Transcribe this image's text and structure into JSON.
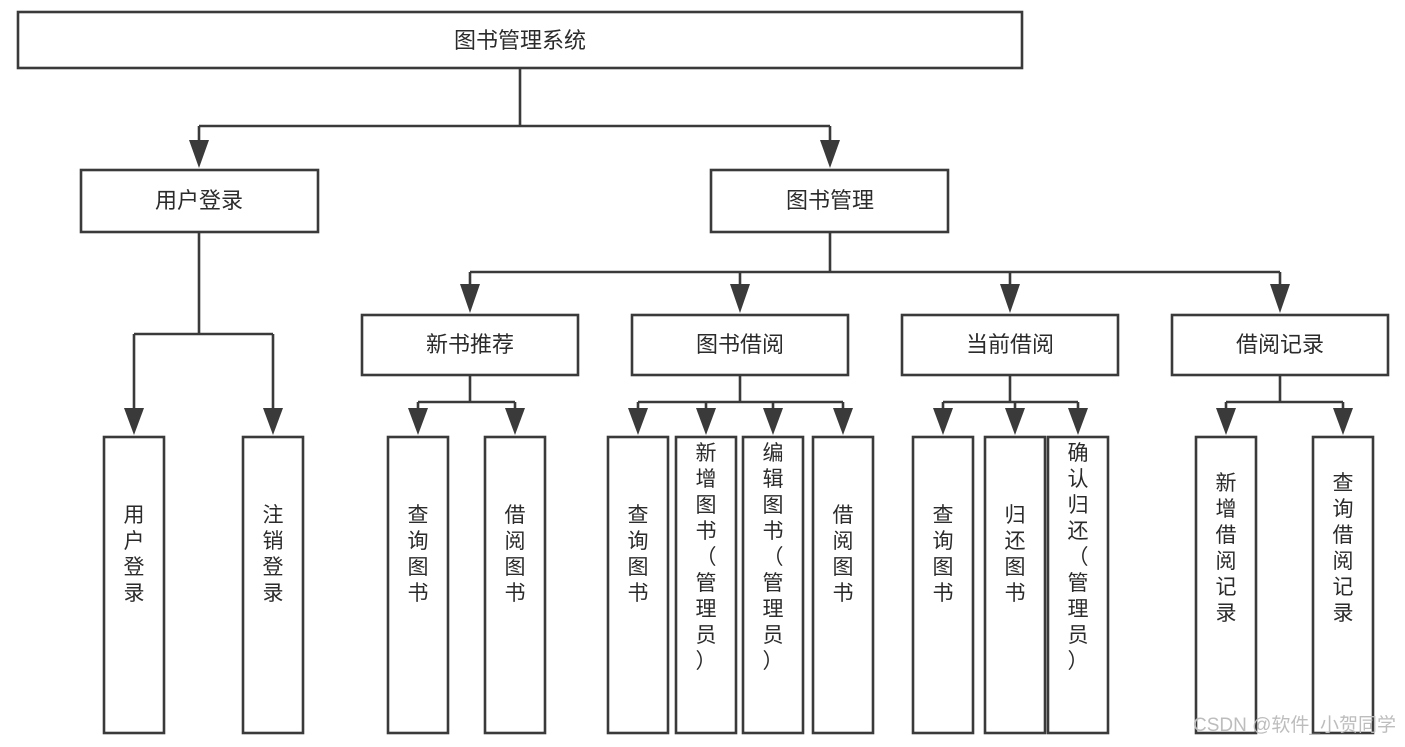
{
  "diagram": {
    "title": "图书管理系统",
    "type": "tree-hierarchy-diagram",
    "colors": {
      "stroke": "#3a3a3a",
      "fill": "#ffffff",
      "text": "#2b2b2b",
      "watermark": "#bdbdbd"
    },
    "root": {
      "id": "root",
      "label": "图书管理系统"
    },
    "level2": [
      {
        "id": "user-login",
        "label": "用户登录"
      },
      {
        "id": "book-management",
        "label": "图书管理"
      }
    ],
    "level3": [
      {
        "id": "new-book-recommend",
        "label": "新书推荐"
      },
      {
        "id": "book-borrow",
        "label": "图书借阅"
      },
      {
        "id": "current-borrow",
        "label": "当前借阅"
      },
      {
        "id": "borrow-record",
        "label": "借阅记录"
      }
    ],
    "leaves": {
      "user_login": [
        {
          "id": "leaf-user-login",
          "label": "用户登录"
        },
        {
          "id": "leaf-logout-login",
          "label": "注销登录"
        }
      ],
      "new_book_recommend": [
        {
          "id": "leaf-query-book-1",
          "label": "查询图书"
        },
        {
          "id": "leaf-borrow-book-1",
          "label": "借阅图书"
        }
      ],
      "book_borrow": [
        {
          "id": "leaf-query-book-2",
          "label": "查询图书"
        },
        {
          "id": "leaf-add-book",
          "label": "新增图书（管理员）"
        },
        {
          "id": "leaf-edit-book",
          "label": "编辑图书（管理员）"
        },
        {
          "id": "leaf-borrow-book-2",
          "label": "借阅图书"
        }
      ],
      "current_borrow": [
        {
          "id": "leaf-query-book-3",
          "label": "查询图书"
        },
        {
          "id": "leaf-return-book",
          "label": "归还图书"
        },
        {
          "id": "leaf-confirm-return",
          "label": "确认归还（管理员）"
        }
      ],
      "borrow_record": [
        {
          "id": "leaf-add-record",
          "label": "新增借阅记录"
        },
        {
          "id": "leaf-query-record",
          "label": "查询借阅记录"
        }
      ]
    }
  },
  "watermark": {
    "text": "CSDN @软件_小贺同学"
  }
}
